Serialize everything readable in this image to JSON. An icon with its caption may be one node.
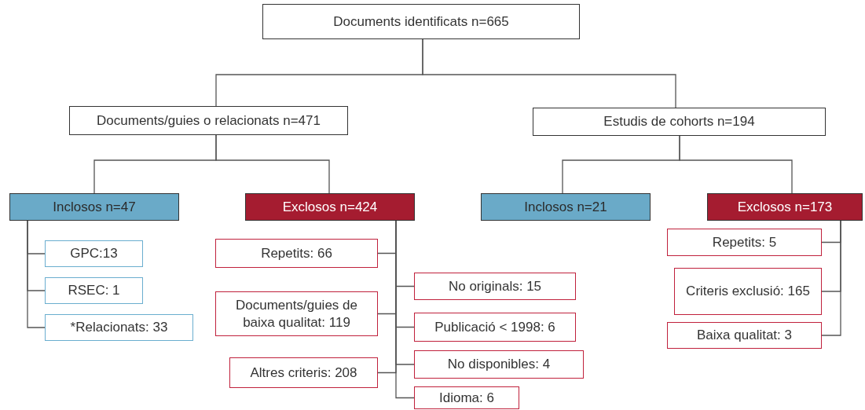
{
  "diagram": {
    "nodes": [
      {
        "text": [
          "Documents identificats n=665"
        ]
      },
      {
        "text": [
          "Documents/guies o relacionats n=471"
        ]
      },
      {
        "text": [
          "Estudis de cohorts n=194"
        ]
      },
      {
        "text": [
          "Inclosos n=47"
        ]
      },
      {
        "text": [
          "Exclosos n=424"
        ]
      },
      {
        "text": [
          "Inclosos n=21"
        ]
      },
      {
        "text": [
          "Exclosos n=173"
        ]
      },
      {
        "text": [
          "GPC:13"
        ]
      },
      {
        "text": [
          "RSEC: 1"
        ]
      },
      {
        "text": [
          "*Relacionats: 33"
        ]
      },
      {
        "text": [
          "Repetits: 66"
        ]
      },
      {
        "text": [
          "Documents/guies de baixa qualitat: 119"
        ]
      },
      {
        "text": [
          "Altres criteris: 208"
        ]
      },
      {
        "text": [
          "No originals: 15"
        ]
      },
      {
        "text": [
          "Publicació < 1998: 6"
        ]
      },
      {
        "text": [
          "No disponibles: 4"
        ]
      },
      {
        "text": [
          "Idioma: 6"
        ]
      },
      {
        "text": [
          "Repetits: 5"
        ]
      },
      {
        "text": [
          "Criteris exclusió: 165"
        ]
      },
      {
        "text": [
          "Baixa qualitat: 3"
        ]
      }
    ],
    "edges": [
      {
        "from": 0,
        "to": 1,
        "arrow": "none"
      },
      {
        "from": 0,
        "to": 2,
        "arrow": "none"
      },
      {
        "from": 1,
        "to": 3,
        "arrow": "none"
      },
      {
        "from": 1,
        "to": 4,
        "arrow": "none"
      },
      {
        "from": 2,
        "to": 5,
        "arrow": "none"
      },
      {
        "from": 2,
        "to": 6,
        "arrow": "none"
      },
      {
        "from": 3,
        "to": 7,
        "arrow": "none"
      },
      {
        "from": 3,
        "to": 8,
        "arrow": "none"
      },
      {
        "from": 3,
        "to": 9,
        "arrow": "none"
      },
      {
        "from": 4,
        "to": 10,
        "arrow": "none"
      },
      {
        "from": 4,
        "to": 11,
        "arrow": "none"
      },
      {
        "from": 4,
        "to": 12,
        "arrow": "none"
      },
      {
        "from": 4,
        "to": 13,
        "arrow": "none"
      },
      {
        "from": 4,
        "to": 14,
        "arrow": "none"
      },
      {
        "from": 4,
        "to": 15,
        "arrow": "none"
      },
      {
        "from": 4,
        "to": 16,
        "arrow": "none"
      },
      {
        "from": 6,
        "to": 17,
        "arrow": "none"
      },
      {
        "from": 6,
        "to": 18,
        "arrow": "none"
      },
      {
        "from": 6,
        "to": 19,
        "arrow": "none"
      }
    ]
  }
}
